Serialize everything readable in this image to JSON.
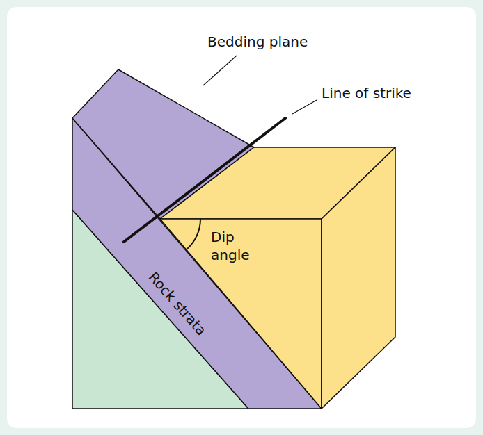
{
  "diagram": {
    "labels": [
      "Bedding plane",
      "Line of strike",
      "Dip angle",
      "Rock strata"
    ]
  }
}
